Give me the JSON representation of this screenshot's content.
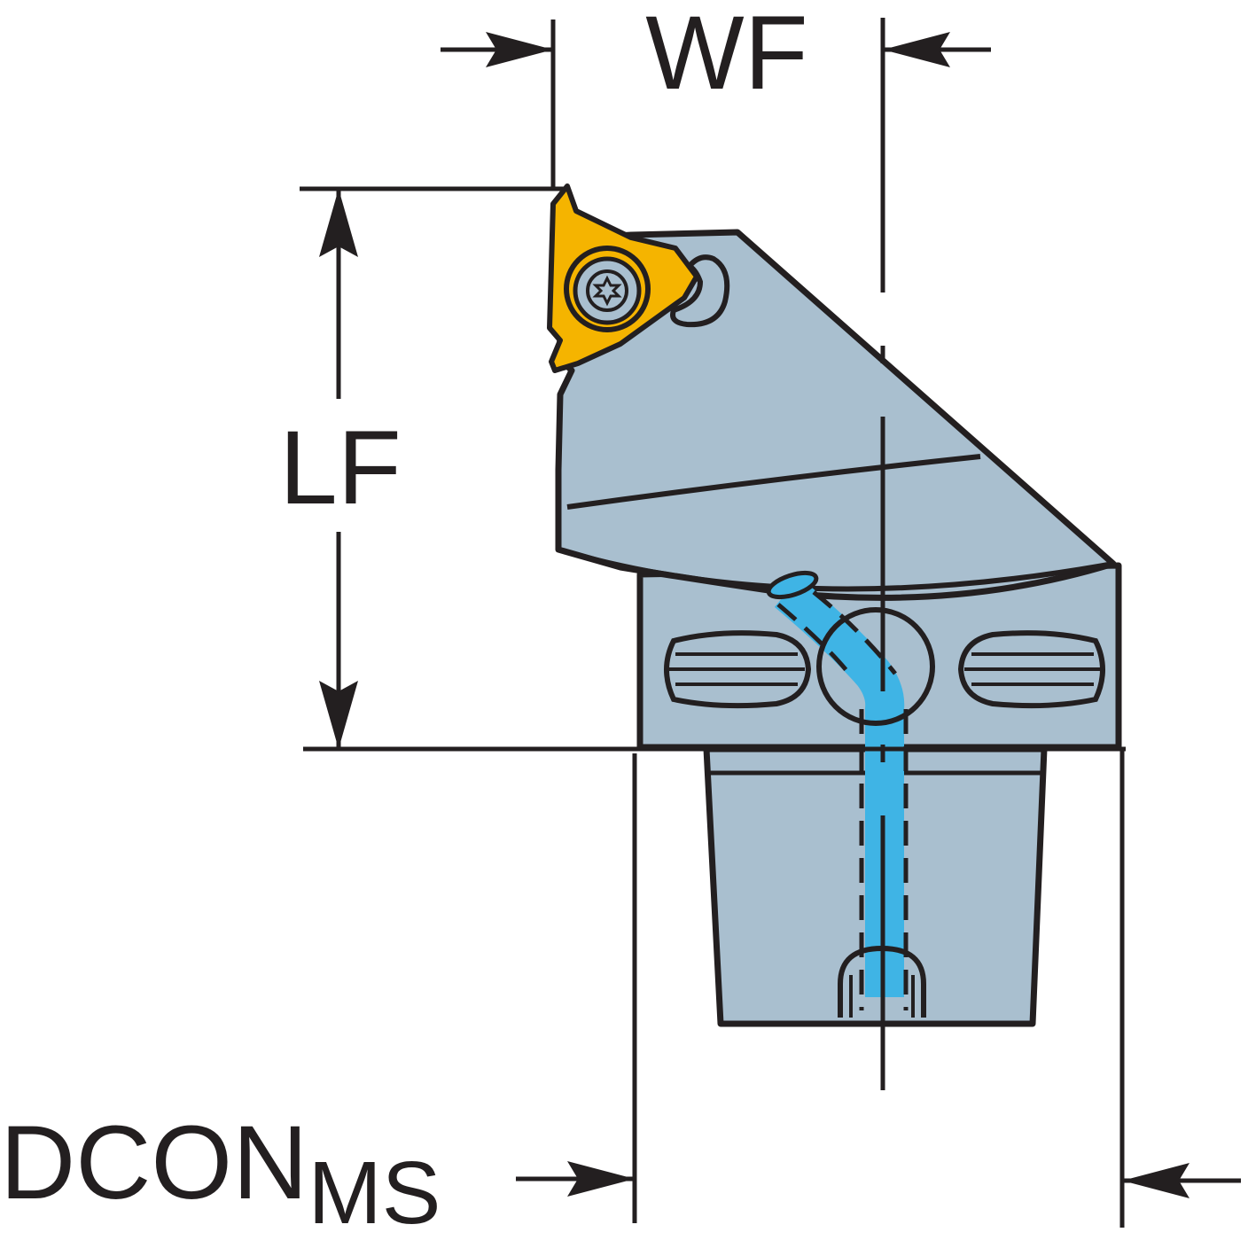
{
  "labels": {
    "wf": "WF",
    "lf": "LF",
    "dcon_main": "DCON",
    "dcon_sub": "MS"
  },
  "colors": {
    "line": "#231f20",
    "body": "#a9bfcf",
    "insert": "#f5b400",
    "coolant": "#3fb4e5",
    "background": "#ffffff"
  },
  "icons": {
    "insert_screw": "torx-screw-icon"
  }
}
